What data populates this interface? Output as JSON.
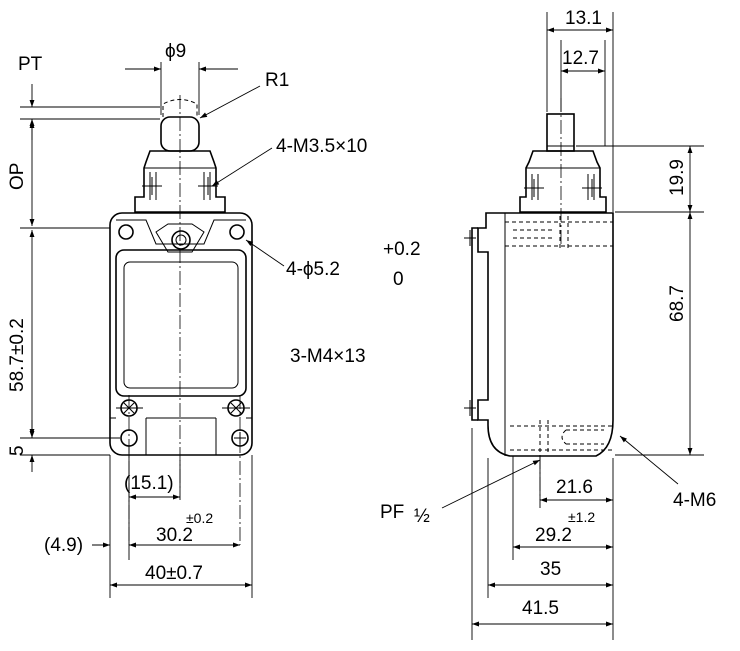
{
  "front_view": {
    "pt": "PT",
    "op": "OP",
    "phi9": "ϕ9",
    "r1": "R1",
    "m35x10": "4-M3.5×10",
    "phi52": "4-ϕ5.2",
    "tol_plus": "+0.2",
    "tol_zero": "0",
    "m4x13": "3-M4×13",
    "dim_58_7": "58.7±0.2",
    "dim_5": "5",
    "dim_15_1": "(15.1)",
    "dim_30_2": "30.2",
    "dim_30_2_tol": "±0.2",
    "dim_4_9": "(4.9)",
    "dim_40": "40±0.7"
  },
  "side_view": {
    "dim_13_1": "13.1",
    "dim_12_7": "12.7",
    "dim_19_9": "19.9",
    "dim_68_7": "68.7",
    "m6": "4-M6",
    "pf": "PF",
    "pf_frac": "½",
    "dim_21_6": "21.6",
    "dim_29_2": "29.2",
    "dim_29_2_tol": "±1.2",
    "dim_35": "35",
    "dim_41_5": "41.5"
  }
}
